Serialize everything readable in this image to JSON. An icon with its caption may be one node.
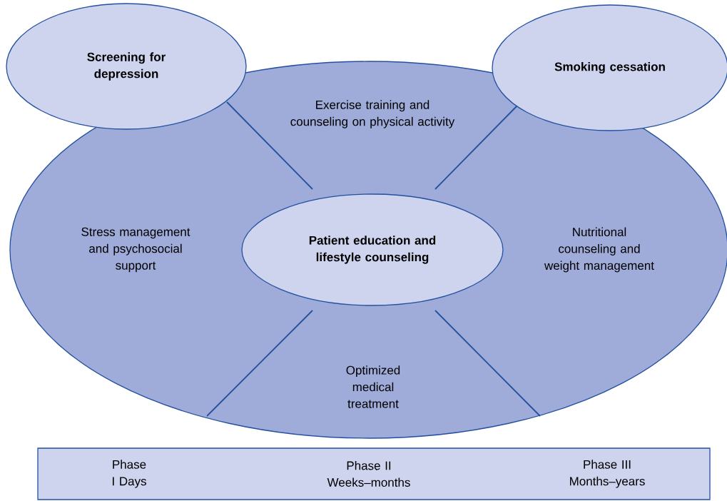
{
  "diagram": {
    "nodes": [
      {
        "text": [
          "Exercise training and counseling on physical activity",
          "Stress management and psychosocial support",
          "Nutritional counseling and weight management",
          "Optimized medical treatment"
        ]
      },
      {
        "text": [
          "Patient education and lifestyle counseling"
        ],
        "in": 0
      },
      {
        "text": [
          "Screening for depression"
        ]
      },
      {
        "text": [
          "Smoking cessation"
        ]
      },
      {
        "text": [
          "Phase I Days",
          "Phase II Weeks–months",
          "Phase III Months–years"
        ]
      }
    ],
    "edges": []
  }
}
